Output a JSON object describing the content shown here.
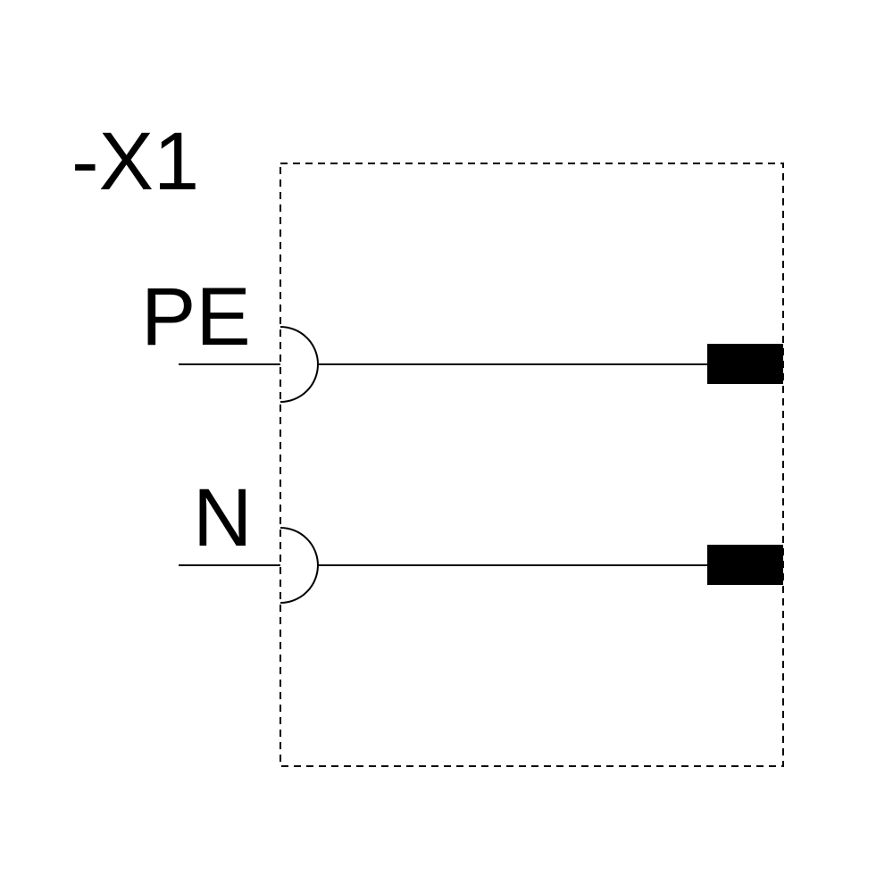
{
  "diagram": {
    "designation": "-X1",
    "terminals": [
      {
        "label": "PE"
      },
      {
        "label": "N"
      }
    ]
  },
  "colors": {
    "line": "#000000",
    "background": "#ffffff"
  }
}
